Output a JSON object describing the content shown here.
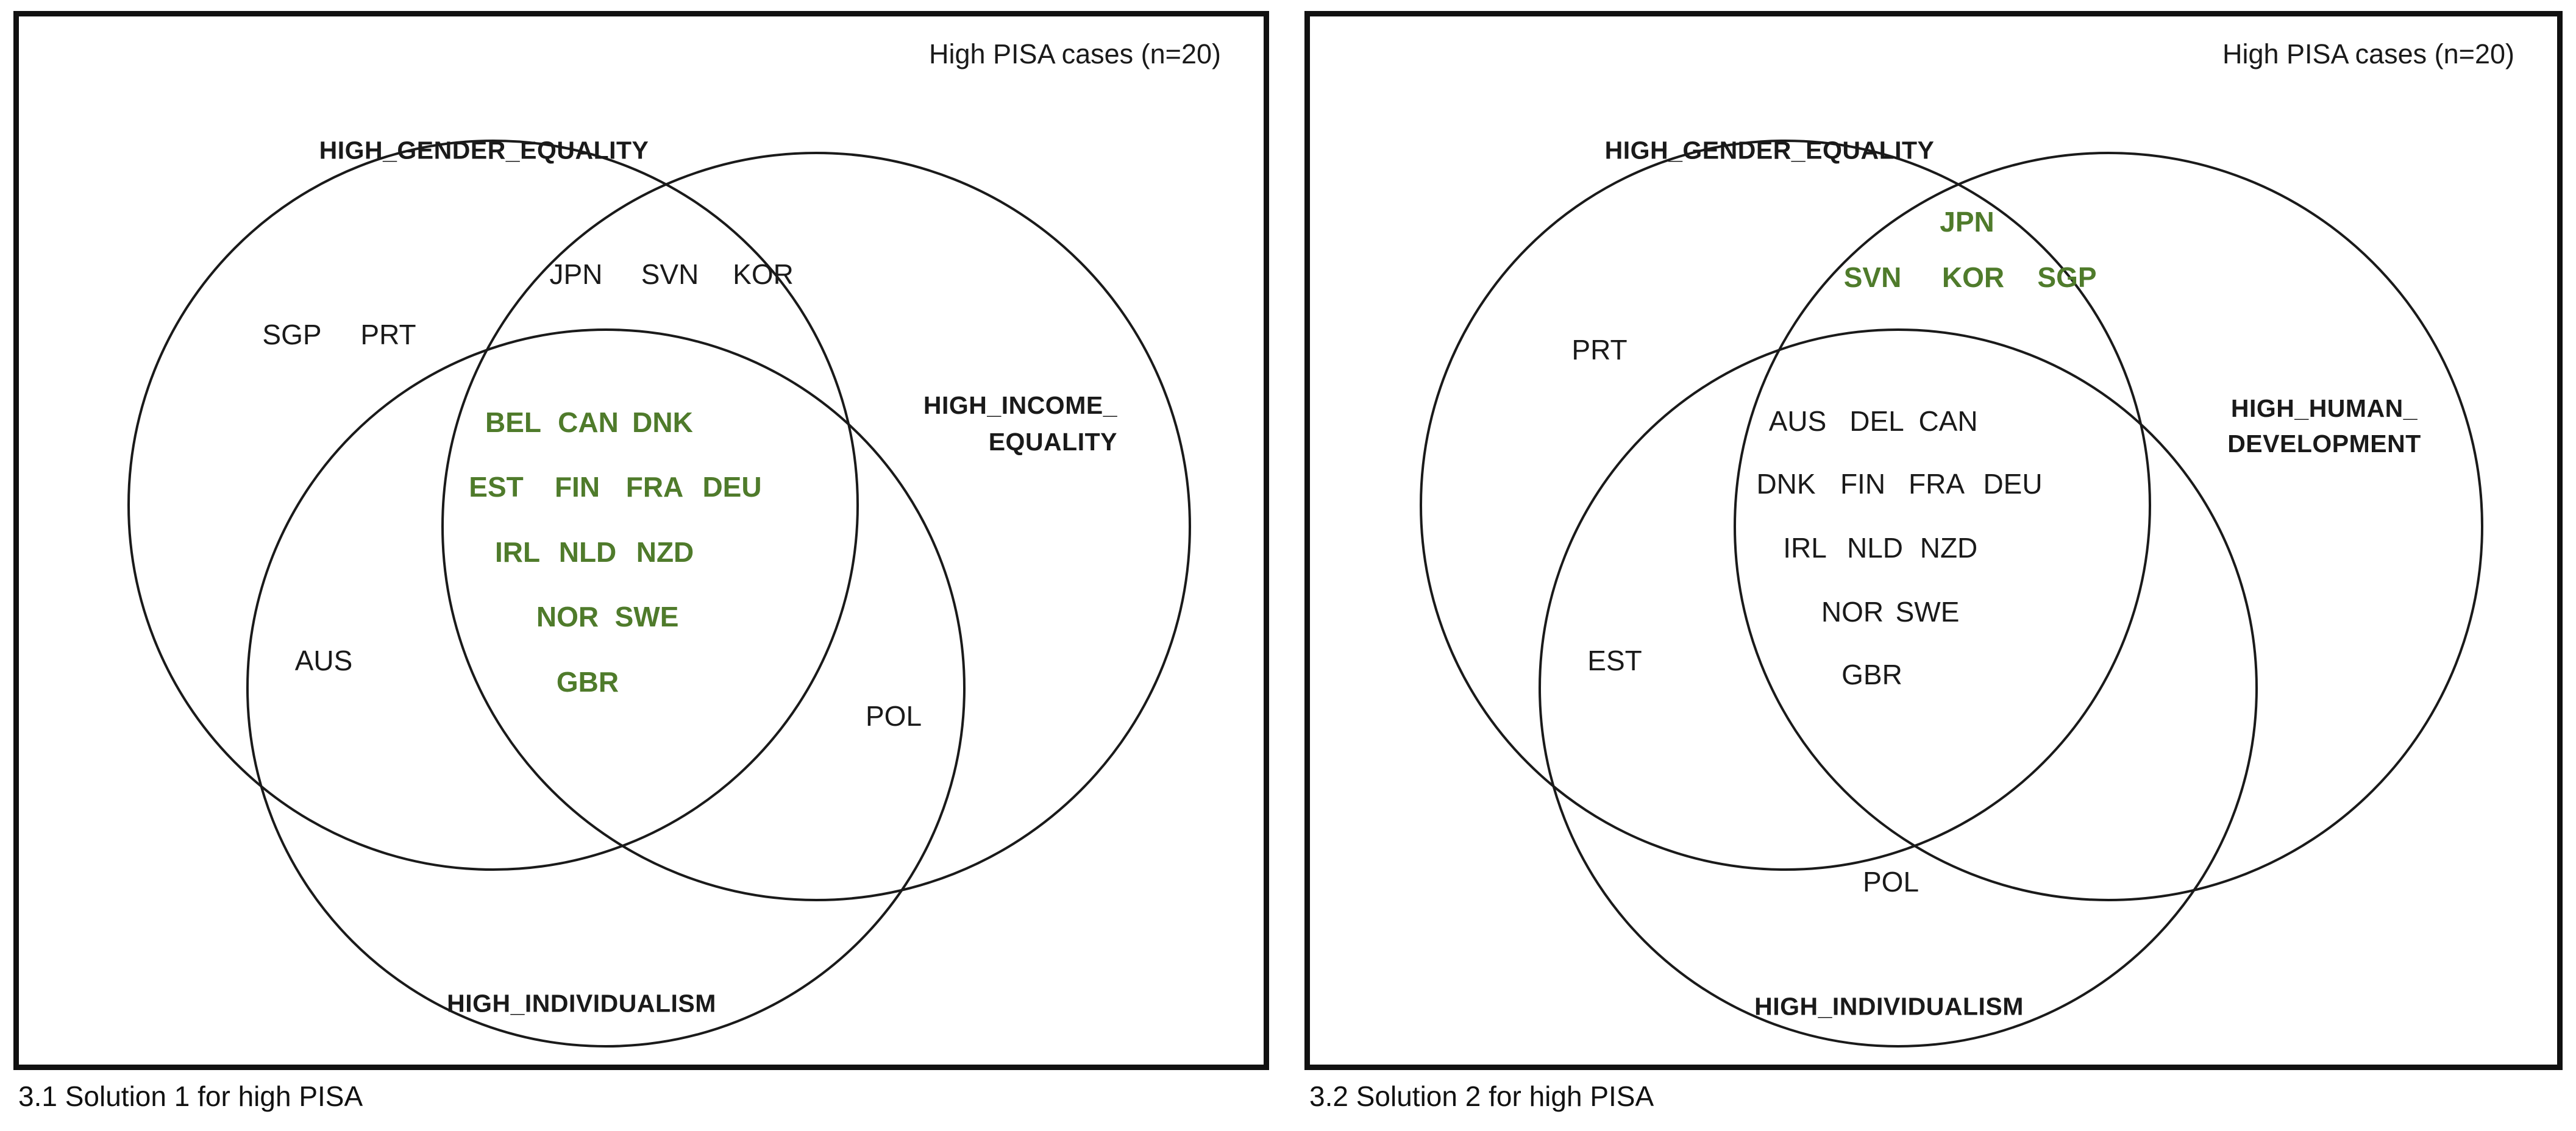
{
  "colors": {
    "ink": "#1a1a1a",
    "green": "#4f7b2b",
    "paper": "#ffffff"
  },
  "panels": [
    {
      "header": "High PISA cases (n=20)",
      "caption": "3.1 Solution 1 for high PISA",
      "labels": {
        "top_circle": "HIGH_GENDER_EQUALITY",
        "right_circle_line1": "HIGH_INCOME_",
        "right_circle_line2": "EQUALITY",
        "bottom_circle": "HIGH_INDIVIDUALISM"
      },
      "regions": {
        "gender_only": [
          "SGP",
          "PRT"
        ],
        "gender_income": [
          "JPN",
          "SVN",
          "KOR"
        ],
        "triple": [
          "BEL",
          "CAN",
          "DNK",
          "EST",
          "FIN",
          "FRA",
          "DEU",
          "IRL",
          "NLD",
          "NZD",
          "NOR",
          "SWE",
          "GBR"
        ],
        "gender_individualism": [
          "AUS"
        ],
        "income_individualism": [
          "POL"
        ]
      }
    },
    {
      "header": "High PISA cases (n=20)",
      "caption": "3.2 Solution 2 for high PISA",
      "labels": {
        "top_circle": "HIGH_GENDER_EQUALITY",
        "right_circle_line1": "HIGH_HUMAN_",
        "right_circle_line2": "DEVELOPMENT",
        "bottom_circle": "HIGH_INDIVIDUALISM"
      },
      "regions": {
        "gender_only": [
          "PRT"
        ],
        "gender_humandev": [
          "JPN",
          "SVN",
          "KOR",
          "SGP"
        ],
        "triple": [
          "AUS",
          "DEL",
          "CAN",
          "DNK",
          "FIN",
          "FRA",
          "DEU",
          "IRL",
          "NLD",
          "NZD",
          "NOR",
          "SWE",
          "GBR"
        ],
        "gender_individualism": [
          "EST"
        ],
        "individualism_only": [
          "POL"
        ]
      }
    }
  ]
}
